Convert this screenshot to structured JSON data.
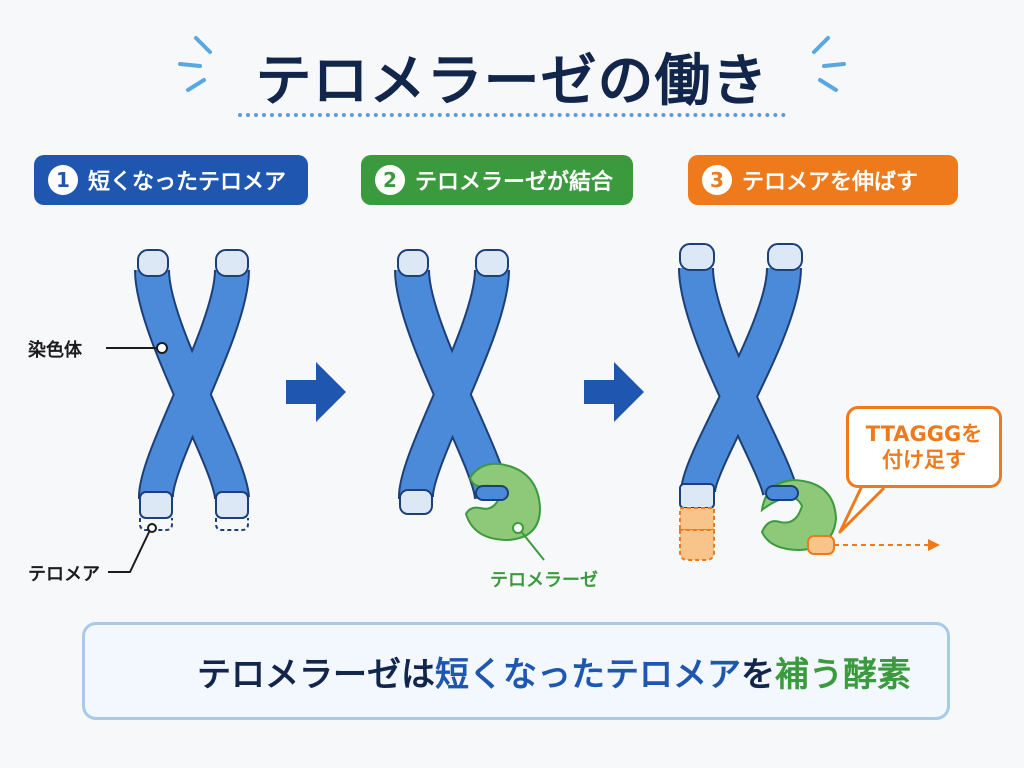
{
  "title": "テロメラーゼの働き",
  "steps": [
    {
      "number": "1",
      "label": "短くなったテロメア"
    },
    {
      "number": "2",
      "label": "テロメラーゼが結合"
    },
    {
      "number": "3",
      "label": "テロメアを伸ばす"
    }
  ],
  "labels": {
    "chromosome": "染色体",
    "telomere": "テロメア",
    "telomerase": "テロメラーゼ"
  },
  "callout": {
    "line1": "TTAGGGを",
    "line2": "付け足す"
  },
  "summary": {
    "part1": "テロメラーゼは",
    "part2": "短くなったテロメア",
    "part3": "を",
    "part4": "補う酵素"
  },
  "colors": {
    "navy": "#12264b",
    "blue": "#1e56b0",
    "chromosome": "#4a8ad8",
    "green": "#3c9a3e",
    "orange": "#ef7a1c"
  },
  "icons": {
    "arrows": "right-arrow-icon",
    "summary": "light-bulb-icon"
  }
}
